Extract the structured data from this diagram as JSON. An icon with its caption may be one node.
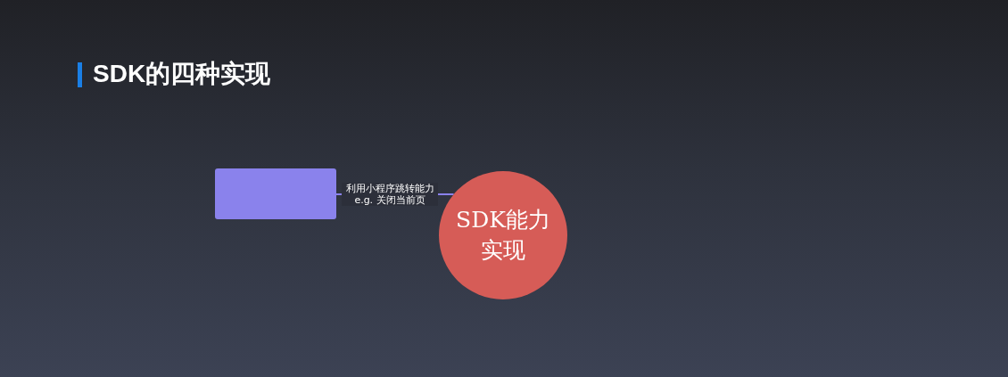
{
  "diagram": {
    "title": "SDK的四种实现",
    "nodes": [
      {
        "text": [],
        "shape": "box"
      },
      {
        "text": [
          "SDK能力实现"
        ]
      }
    ],
    "edges": [
      {
        "from": 0,
        "to": 1,
        "arrow": "none",
        "label": "利用小程序跳转能力 e.g. 关闭当前页"
      }
    ]
  }
}
